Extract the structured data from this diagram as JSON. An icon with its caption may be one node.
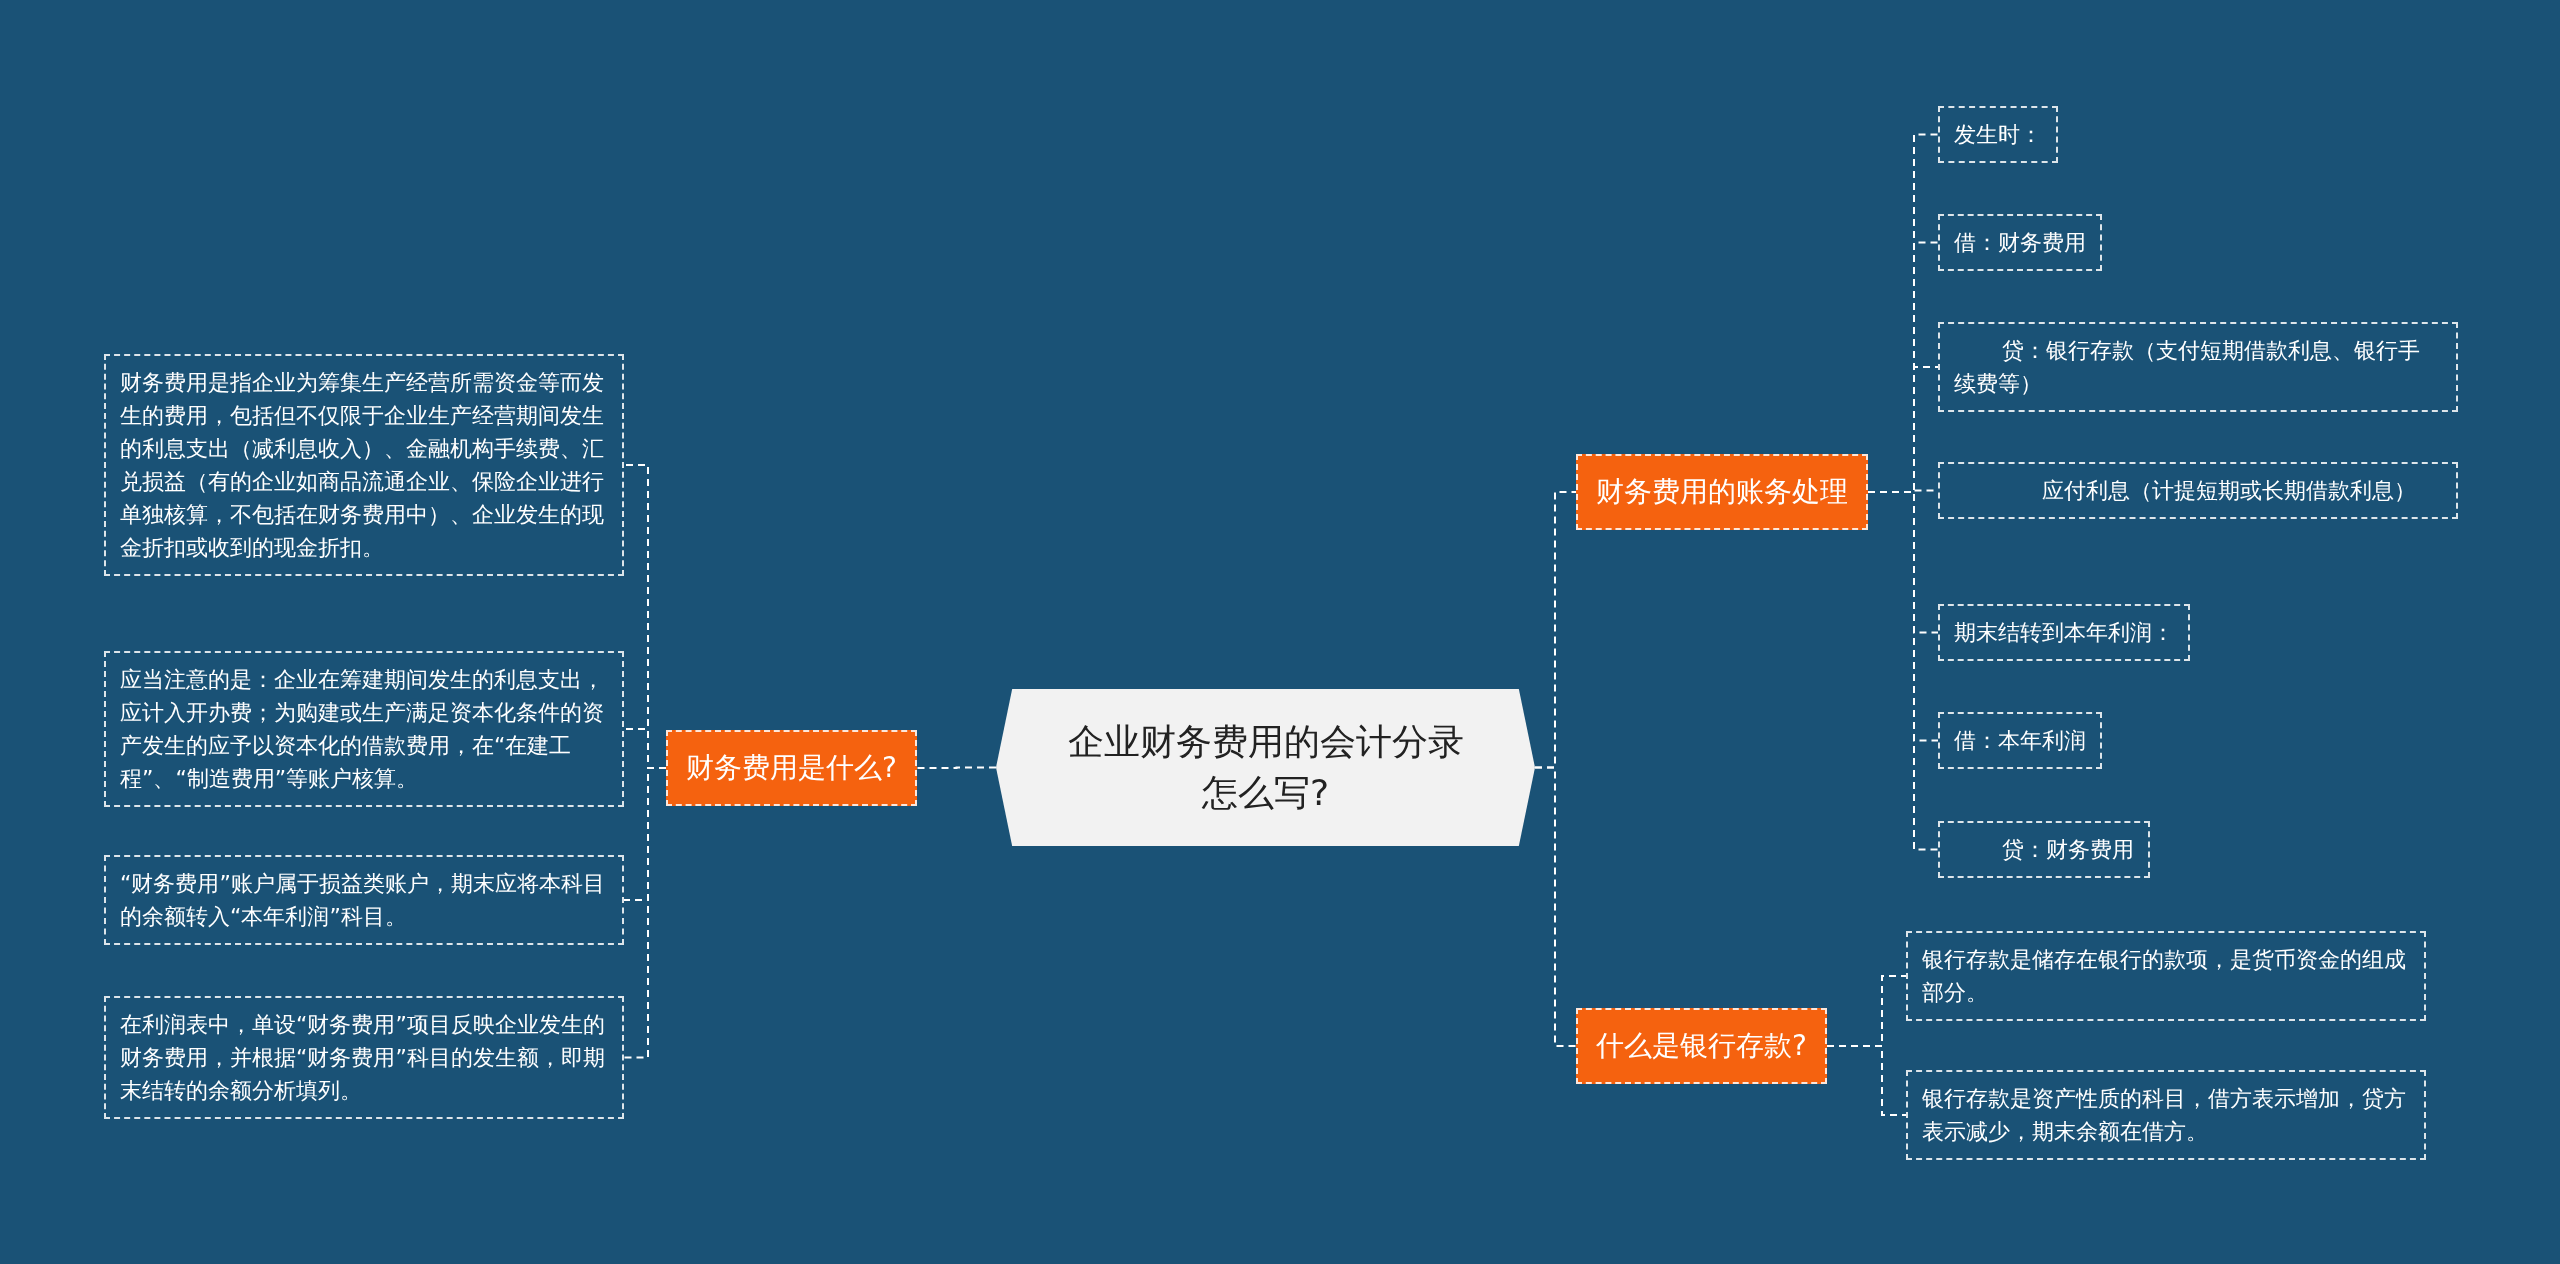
{
  "diagram": {
    "nodes": [
      {
        "text": [
          "企业财务费用的会计分录怎么写?"
        ]
      },
      {
        "text": [
          "财务费用是什么?"
        ]
      },
      {
        "text": [
          "财务费用是指企业为筹集生产经营所需资金等而发生的费用，包括但不仅限于企业生产经营期间发生的利息支出（减利息收入）、金融机构手续费、汇兑损益（有的企业如商品流通企业、保险企业进行单独核算，不包括在财务费用中）、企业发生的现金折扣或收到的现金折扣。"
        ]
      },
      {
        "text": [
          "应当注意的是：企业在筹建期间发生的利息支出，应计入开办费；为购建或生产满足资本化条件的资产发生的应予以资本化的借款费用，在“在建工程”、“制造费用”等账户核算。"
        ]
      },
      {
        "text": [
          "“财务费用”账户属于损益类账户，期末应将本科目的余额转入“本年利润”科目。"
        ]
      },
      {
        "text": [
          "在利润表中，单设“财务费用”项目反映企业发生的财务费用，并根据“财务费用”科目的发生额，即期末结转的余额分析填列。"
        ]
      },
      {
        "text": [
          "财务费用的账务处理"
        ]
      },
      {
        "text": [
          "发生时："
        ]
      },
      {
        "text": [
          "借：财务费用"
        ]
      },
      {
        "text": [
          "贷：银行存款（支付短期借款利息、银行手续费等）"
        ]
      },
      {
        "text": [
          "应付利息（计提短期或长期借款利息）"
        ]
      },
      {
        "text": [
          "期末结转到本年利润："
        ]
      },
      {
        "text": [
          "借：本年利润"
        ]
      },
      {
        "text": [
          "贷：财务费用"
        ]
      },
      {
        "text": [
          "什么是银行存款?"
        ]
      },
      {
        "text": [
          "银行存款是储存在银行的款项，是货币资金的组成部分。"
        ]
      },
      {
        "text": [
          "银行存款是资产性质的科目，借方表示增加，贷方表示减少，期末余额在借方。"
        ]
      }
    ],
    "edges": [
      {
        "from": 0,
        "to": 1,
        "arrow": "none"
      },
      {
        "from": 1,
        "to": 2,
        "arrow": "none"
      },
      {
        "from": 1,
        "to": 3,
        "arrow": "none"
      },
      {
        "from": 1,
        "to": 4,
        "arrow": "none"
      },
      {
        "from": 1,
        "to": 5,
        "arrow": "none"
      },
      {
        "from": 0,
        "to": 6,
        "arrow": "none"
      },
      {
        "from": 6,
        "to": 7,
        "arrow": "none"
      },
      {
        "from": 6,
        "to": 8,
        "arrow": "none"
      },
      {
        "from": 6,
        "to": 9,
        "arrow": "none"
      },
      {
        "from": 6,
        "to": 10,
        "arrow": "none"
      },
      {
        "from": 6,
        "to": 11,
        "arrow": "none"
      },
      {
        "from": 6,
        "to": 12,
        "arrow": "none"
      },
      {
        "from": 6,
        "to": 13,
        "arrow": "none"
      },
      {
        "from": 0,
        "to": 14,
        "arrow": "none"
      },
      {
        "from": 14,
        "to": 15,
        "arrow": "none"
      },
      {
        "from": 14,
        "to": 16,
        "arrow": "none"
      }
    ]
  }
}
